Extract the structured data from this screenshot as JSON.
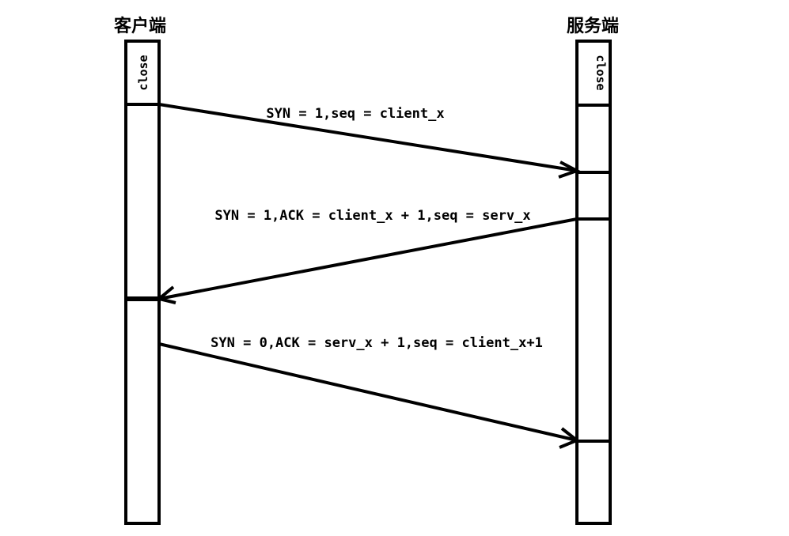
{
  "client": {
    "title": "客户端",
    "state": "close"
  },
  "server": {
    "title": "服务端",
    "state": "close"
  },
  "messages": [
    {
      "label": "SYN = 1,seq = client_x",
      "from": "client",
      "to": "server"
    },
    {
      "label": "SYN = 1,ACK = client_x + 1,seq = serv_x",
      "from": "server",
      "to": "client"
    },
    {
      "label": "SYN = 0,ACK = serv_x + 1,seq = client_x+1",
      "from": "client",
      "to": "server"
    }
  ]
}
